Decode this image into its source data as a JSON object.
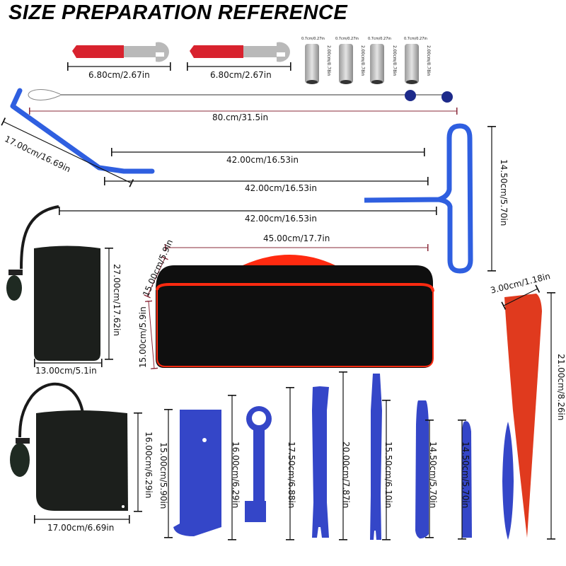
{
  "title": "SIZE PREPARATION REFERENCE",
  "colors": {
    "tool_blue": "#3446c8",
    "rod_blue": "#2f5fe0",
    "wedge_red": "#e03a1e",
    "wrench_red": "#d8222e",
    "bag_black": "#111111",
    "zipper_red": "#ff2a10",
    "dim_line_maroon": "#8a2a3a",
    "steel": "#b8b8b8"
  },
  "items": {
    "wrench_1": {
      "label": "6.80cm/2.67in"
    },
    "wrench_2": {
      "label": "6.80cm/2.67in"
    },
    "sleeves": [
      {
        "width": "0.7cm/0.27in",
        "height": "2.00cm/0.78in"
      },
      {
        "width": "0.7cm/0.27in",
        "height": "2.00cm/0.78in"
      },
      {
        "width": "0.7cm/0.27in",
        "height": "2.00cm/0.78in"
      },
      {
        "width": "0.7cm/0.27in",
        "height": "2.00cm/0.78in"
      }
    ],
    "long_reach_grabber": {
      "label": "80.cm/31.5in"
    },
    "bent_rod": {
      "label": "17.00cm/16.69in"
    },
    "rod_1": {
      "label": "42.00cm/16.53in"
    },
    "rod_2": {
      "label": "42.00cm/16.53in"
    },
    "rod_3": {
      "label": "42.00cm/16.53in"
    },
    "t_handle": {
      "label": "14.50cm/5.70in"
    },
    "storage_bag": {
      "width": "45.00cm/17.7in",
      "depth": "15.00cm/5.9in",
      "height": "15.00cm/5.9in"
    },
    "air_wedge_large": {
      "height": "27.00cm/17.62in",
      "width": "13.00cm/5.1in"
    },
    "air_wedge_small": {
      "height": "16.00cm/6.29in",
      "width": "17.00cm/6.69in"
    },
    "red_wedge": {
      "width": "3.00cm/1.18in",
      "height": "21.00cm/8.26in"
    },
    "trim_tools": [
      {
        "label": "15.00cm/5.90in"
      },
      {
        "label": "16.00cm/6.29in"
      },
      {
        "label": "17.50cm/6.88in"
      },
      {
        "label": "20.00cm/7.87in"
      },
      {
        "label": "15.50cm/6.10in"
      },
      {
        "label": "14.50cm/5.70in"
      },
      {
        "label": "14.50cm/5.70in"
      }
    ]
  }
}
